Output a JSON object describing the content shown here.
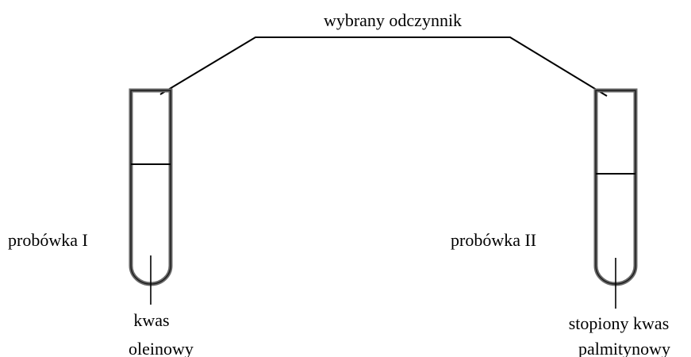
{
  "reagent_label": "wybrany odczynnik",
  "tubes": [
    {
      "label": "probówka I",
      "content_lines": [
        "kwas",
        "oleinowy"
      ]
    },
    {
      "label": "probówka II",
      "content_lines": [
        "stopiony kwas",
        "palmitynowy"
      ]
    }
  ]
}
